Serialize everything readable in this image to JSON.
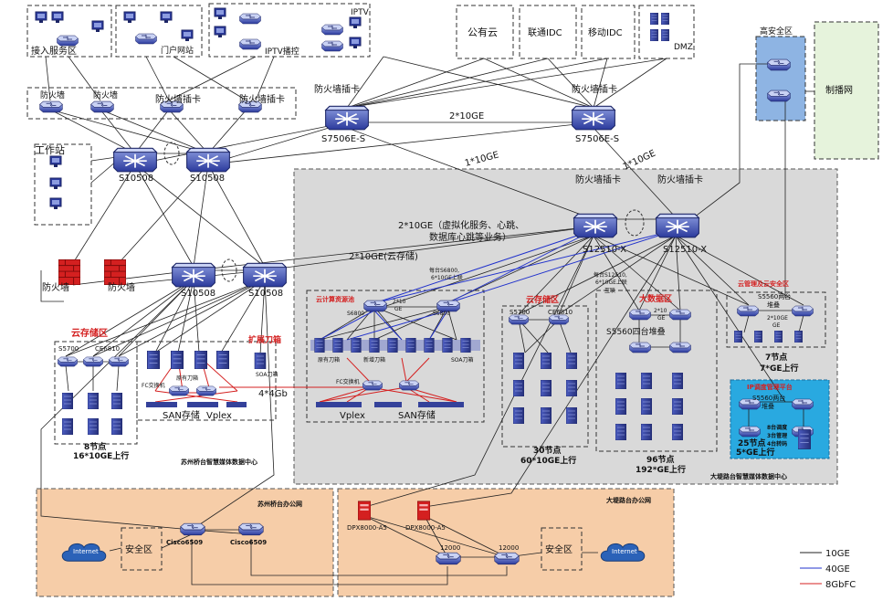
{
  "top_zones": {
    "access": "接入服务区",
    "portal": "门户网站",
    "iptv": "IPTV",
    "iptv_play": "IPTV播控",
    "public_cloud": "公有云",
    "unicom_idc": "联通IDC",
    "mobile_idc": "移动IDC",
    "dmz": "DMZ"
  },
  "firewalls": {
    "fw": "防火墙",
    "fw_card": "防火墙插卡"
  },
  "core": {
    "s7506_left": "S7506E-S",
    "s7506_right": "S7506E-S",
    "s10508_a": "S10508",
    "s10508_b": "S10508",
    "s10508_c": "S10508",
    "s10508_d": "S10508",
    "s12510_a": "S12510-X",
    "s12510_b": "S12510-X"
  },
  "links": {
    "l_2x10ge": "2*10GE",
    "l_1x10ge_a": "1*10GE",
    "l_1x10ge_b": "1*10GE",
    "l_virt_1": "2*10GE（虚拟化服务、心跳、",
    "l_virt_2": "数据库心跳等业务）",
    "l_cloud_storage": "2*10GE(云存储)",
    "l_4x4gb": "4*4Gb"
  },
  "zones": {
    "workstation": "工作站",
    "high_security": "高安全区",
    "broadcast_net": "制播网",
    "cloud_storage_left": "云存储区",
    "expansion_blade": "扩展刀箱",
    "cloud_compute": "云计算资源池",
    "cloud_storage_mid": "云存储区",
    "big_data": "大数据区",
    "cloud_mgmt": "云管理及云安全区",
    "ip_dispatch": "IP调度管理平台",
    "dc_suzhou": "苏州桥台智慧媒体数据中心",
    "dc_dati": "大堤路台智慧媒体数据中心",
    "office_suzhou": "苏州桥台办公网",
    "office_dati": "大堤路台办公网"
  },
  "devices": {
    "s5700": "S5700",
    "ce6810": "CE6810",
    "s6800": "S6800",
    "s5560_stack": "S5560四台堆叠",
    "s5560_two_stack": "S5560两台",
    "stack_short": "堆叠",
    "cisco": "Cisco6509",
    "dpx": "DPX8000-A5",
    "s12000": "12000",
    "fc_switch": "FC交换机",
    "blade_original": "原有刀箱",
    "blade_soa": "SOA刀箱",
    "blade_new": "新增刀箱",
    "san": "SAN存储",
    "vplex": "Vplex",
    "internet": "Internet",
    "security_zone": "安全区"
  },
  "notes": {
    "left_nodes": "8节点",
    "left_uplink": "16*10GE上行",
    "mid_nodes": "30节点",
    "mid_uplink": "60*10GE上行",
    "big_nodes": "96节点",
    "big_uplink": "192*GE上行",
    "mgmt_nodes": "7节点",
    "mgmt_uplink": "7*GE上行",
    "ip_nodes": "25节点",
    "ip_uplink": "5*GE上行",
    "dispatch_1": "8台调度",
    "dispatch_2": "3台管理",
    "dispatch_3": "4台转码",
    "s6800_note_1": "每台S6800,",
    "s6800_note_2": "6*10GE上联",
    "s12510_note_1": "每台S12510,",
    "s12510_note_2": "6*10GE上联",
    "s12510_note_3": "互联",
    "ten_ge_small": "2*10GE",
    "ten_ge_small_b": "2*10",
    "ge_small": "GE"
  },
  "legend": {
    "items": [
      {
        "label": "10GE",
        "color": "#222222"
      },
      {
        "label": "40GE",
        "color": "#2233cc"
      },
      {
        "label": "8GbFC",
        "color": "#d42020"
      }
    ]
  },
  "colors": {
    "dc_bg": "#d9d9d9",
    "office_bg": "#f6cda8",
    "high_sec_bg": "#8eb4e3",
    "broadcast_bg": "#e6f3dc",
    "ip_bg": "#29a9e0"
  }
}
